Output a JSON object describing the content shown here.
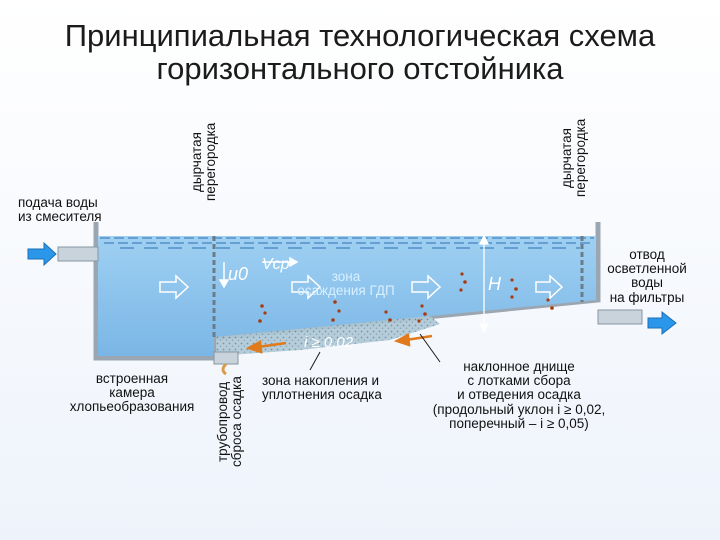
{
  "title": {
    "line1": "Принципиальная технологическая схема",
    "line2": "горизонтального отстойника"
  },
  "labels": {
    "inlet_line1": "подача воды",
    "inlet_line2": "из смесителя",
    "perf_left_line1": "дырчатая",
    "perf_left_line2": "перегородка",
    "perf_right_line1": "дырчатая",
    "perf_right_line2": "перегородка",
    "outlet_line1": "отвод",
    "outlet_line2": "осветленной",
    "outlet_line3": "воды",
    "outlet_line4": "на фильтры",
    "settling_zone_line1": "зона",
    "settling_zone_line2": "осаждения ГДП",
    "u0": "u0",
    "vcp": "Vср",
    "depth": "H",
    "slope": "i ≥ 0,02",
    "chamber_line1": "встроенная",
    "chamber_line2": "камера",
    "chamber_line3": "хлопьеобразования",
    "pipe_line1": "трубопровод",
    "pipe_line2": "сброса осадка",
    "sludge_zone_line1": "зона накопления и",
    "sludge_zone_line2": "уплотнения осадка",
    "bottom_line1": "наклонное днище",
    "bottom_line2": "с лотками сбора",
    "bottom_line3": "и отведения осадка",
    "bottom_line4": "(продольный уклон i ≥ 0,02,",
    "bottom_line5": "поперечный – i ≥ 0,05)"
  },
  "colors": {
    "water": "#8cc3ea",
    "water_dark": "#5aa2d8",
    "arrow": "#1f8fe6",
    "sludge_arrow": "#e07a1a",
    "particle": "#a83a10",
    "wall": "#7d8c99"
  }
}
